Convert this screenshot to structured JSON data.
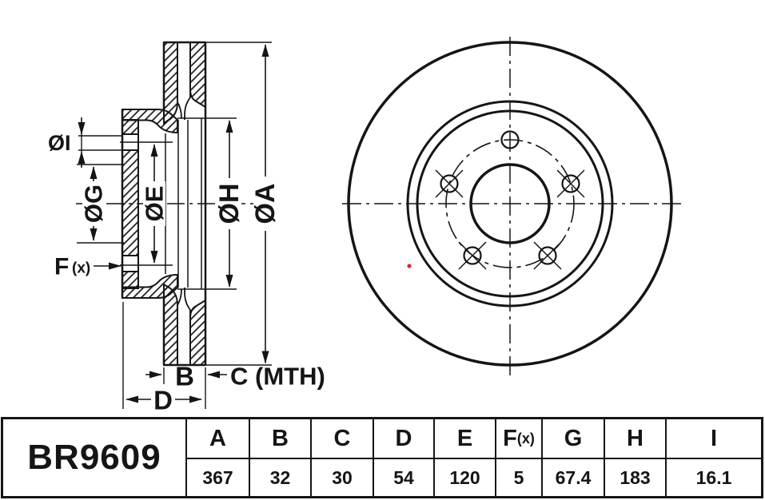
{
  "part_number": "BR9609",
  "spec_table": {
    "columns": [
      {
        "label": "A",
        "value": "367"
      },
      {
        "label": "B",
        "value": "32"
      },
      {
        "label": "C",
        "value": "30"
      },
      {
        "label": "D",
        "value": "54"
      },
      {
        "label": "E",
        "value": "120"
      },
      {
        "label": "F",
        "label_suffix": "(x)",
        "value": "5"
      },
      {
        "label": "G",
        "value": "67.4"
      },
      {
        "label": "H",
        "value": "183"
      },
      {
        "label": "I",
        "value": "16.1"
      }
    ]
  },
  "drawing": {
    "dimension_labels": {
      "dia_a": "ØA",
      "dia_e": "ØE",
      "dia_g": "ØG",
      "dia_h": "ØH",
      "dia_i": "ØI",
      "f_main": "F",
      "f_suffix": "(x)",
      "b": "B",
      "c_mth": "C (MTH)",
      "d": "D"
    },
    "bolt_hole_count": 5,
    "colors": {
      "line": "#151515",
      "background": "#ffffff",
      "red_marker": "#d92b2b"
    }
  }
}
